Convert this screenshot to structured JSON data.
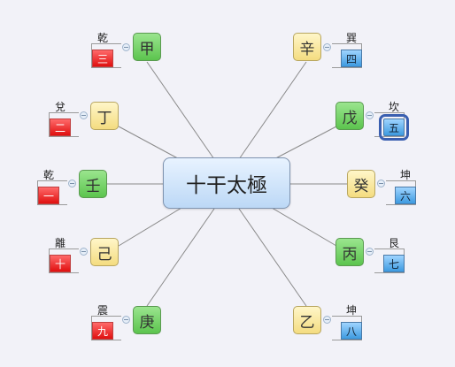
{
  "central": {
    "label": "十干太極"
  },
  "stems": [
    {
      "id": "jia",
      "label": "甲",
      "color": "green",
      "trigram": "乾",
      "number": "三",
      "numColor": "red",
      "side": "left"
    },
    {
      "id": "ding",
      "label": "丁",
      "color": "yellow",
      "trigram": "兌",
      "number": "二",
      "numColor": "red",
      "side": "left"
    },
    {
      "id": "ren",
      "label": "壬",
      "color": "green",
      "trigram": "乾",
      "number": "一",
      "numColor": "red",
      "side": "left"
    },
    {
      "id": "ji",
      "label": "己",
      "color": "yellow",
      "trigram": "離",
      "number": "十",
      "numColor": "red",
      "side": "left"
    },
    {
      "id": "geng",
      "label": "庚",
      "color": "green",
      "trigram": "震",
      "number": "九",
      "numColor": "red",
      "side": "left"
    },
    {
      "id": "xin",
      "label": "辛",
      "color": "yellow",
      "trigram": "巽",
      "number": "四",
      "numColor": "blue",
      "side": "right"
    },
    {
      "id": "wu",
      "label": "戊",
      "color": "green",
      "trigram": "坎",
      "number": "五",
      "numColor": "blue",
      "side": "right",
      "selected": true
    },
    {
      "id": "gui",
      "label": "癸",
      "color": "yellow",
      "trigram": "坤",
      "number": "六",
      "numColor": "blue",
      "side": "right"
    },
    {
      "id": "bing",
      "label": "丙",
      "color": "green",
      "trigram": "艮",
      "number": "七",
      "numColor": "blue",
      "side": "right"
    },
    {
      "id": "yi",
      "label": "乙",
      "color": "yellow",
      "trigram": "坤",
      "number": "八",
      "numColor": "blue",
      "side": "right"
    }
  ]
}
